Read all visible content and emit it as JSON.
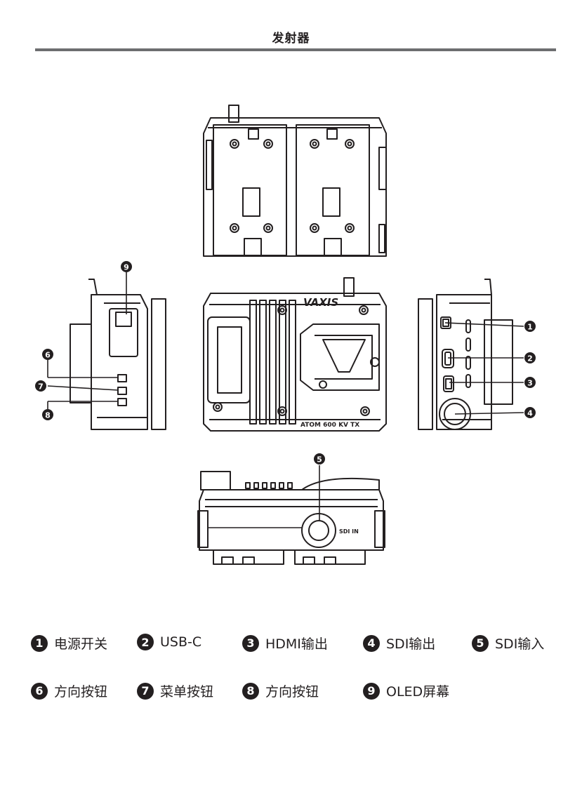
{
  "header": {
    "title": "发射器"
  },
  "device": {
    "brand_logo": "VAXIS",
    "model_label": "ATOM 600 KV TX",
    "sdi_in_label": "SDI IN"
  },
  "callouts": [
    "1",
    "2",
    "3",
    "4",
    "5",
    "6",
    "7",
    "8",
    "9"
  ],
  "legend": [
    {
      "num": "1",
      "label": "电源开关"
    },
    {
      "num": "2",
      "label": "USB-C"
    },
    {
      "num": "3",
      "label": "HDMI输出"
    },
    {
      "num": "4",
      "label": "SDI输出"
    },
    {
      "num": "5",
      "label": "SDI输入"
    },
    {
      "num": "6",
      "label": "方向按钮"
    },
    {
      "num": "7",
      "label": "菜单按钮"
    },
    {
      "num": "8",
      "label": "方向按钮"
    },
    {
      "num": "9",
      "label": "OLED屏幕"
    }
  ]
}
